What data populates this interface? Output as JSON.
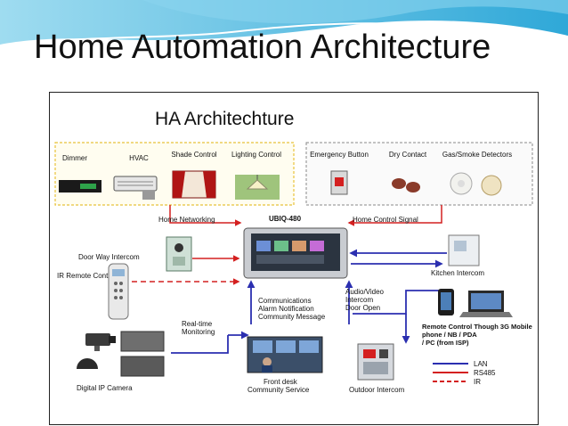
{
  "slide": {
    "title": "Home Automation Architecture"
  },
  "diagram": {
    "heading": "HA Architechture",
    "hub": "UBIQ-480",
    "top_left_devices": [
      {
        "label": "Dimmer",
        "icon": "dimmer-icon"
      },
      {
        "label": "HVAC",
        "icon": "hvac-icon"
      },
      {
        "label": "Shade Control",
        "icon": "curtain-icon"
      },
      {
        "label": "Lighting Control",
        "icon": "lamp-icon"
      }
    ],
    "top_right_devices": [
      {
        "label": "Emergency Button",
        "icon": "emergency-button-icon"
      },
      {
        "label": "Dry Contact",
        "icon": "dry-contact-icon"
      },
      {
        "label": "Gas/Smoke Detectors",
        "icon": "smoke-detector-icon"
      }
    ],
    "home_networking": "Home Networking",
    "home_control_signal": "Home Control Signal",
    "door_way_intercom": "Door Way Intercom",
    "ir_remote": "IR Remote Controller",
    "kitchen_intercom": "Kitchen Intercom",
    "communications": "Communications",
    "alarm_notification": "Alarm Notification",
    "community_message": "Community Message",
    "audio_video": "Audio/Video",
    "intercom": "Intercom",
    "door_open": "Door Open",
    "realtime_monitoring": "Real-time Monitoring",
    "remote_control": "Remote Control Though 3G Mobile phone / NB / PDA / PC (from ISP)",
    "digital_ip_camera": "Digital IP Camera",
    "front_desk": "Front desk",
    "community_service": "Community Service",
    "outdoor_intercom": "Outdoor Intercom",
    "legend": [
      {
        "label": "LAN",
        "color": "#2b2fb0",
        "style": "solid"
      },
      {
        "label": "RS485",
        "color": "#d42020",
        "style": "solid"
      },
      {
        "label": "IR",
        "color": "#d42020",
        "style": "dashed"
      }
    ],
    "colors": {
      "lan": "#2b2fb0",
      "rs485": "#d42020",
      "group_border": "#e8c23a"
    }
  }
}
